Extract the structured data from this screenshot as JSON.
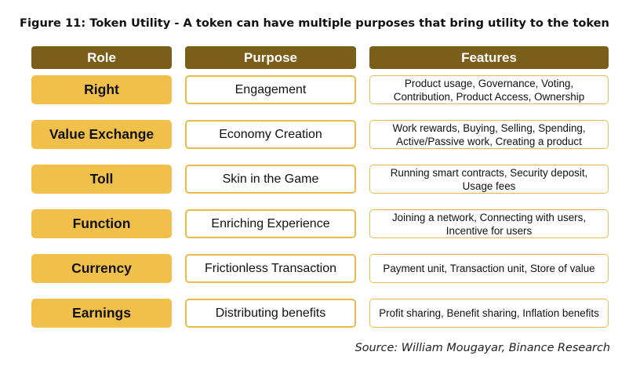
{
  "title": "Figure 11: Token Utility - A token can have multiple purposes that bring utility to the token",
  "headers": {
    "role": "Role",
    "purpose": "Purpose",
    "features": "Features"
  },
  "rows": [
    {
      "role": "Right",
      "purpose": "Engagement",
      "features": "Product usage, Governance, Voting, Contribution, Product Access, Ownership"
    },
    {
      "role": "Value Exchange",
      "purpose": "Economy Creation",
      "features": "Work rewards, Buying, Selling, Spending, Active/Passive work, Creating a product"
    },
    {
      "role": "Toll",
      "purpose": "Skin in the Game",
      "features": "Running smart contracts, Security deposit, Usage fees"
    },
    {
      "role": "Function",
      "purpose": "Enriching Experience",
      "features": "Joining a network, Connecting with users, Incentive for users"
    },
    {
      "role": "Currency",
      "purpose": "Frictionless Transaction",
      "features": "Payment unit, Transaction unit, Store of value"
    },
    {
      "role": "Earnings",
      "purpose": "Distributing benefits",
      "features": "Profit sharing, Benefit sharing, Inflation benefits"
    }
  ],
  "source": "Source: William Mougayar, Binance Research",
  "colors": {
    "header_bg": "#7a5e1a",
    "role_bg": "#f0c04a",
    "border": "#e8bc4c"
  }
}
